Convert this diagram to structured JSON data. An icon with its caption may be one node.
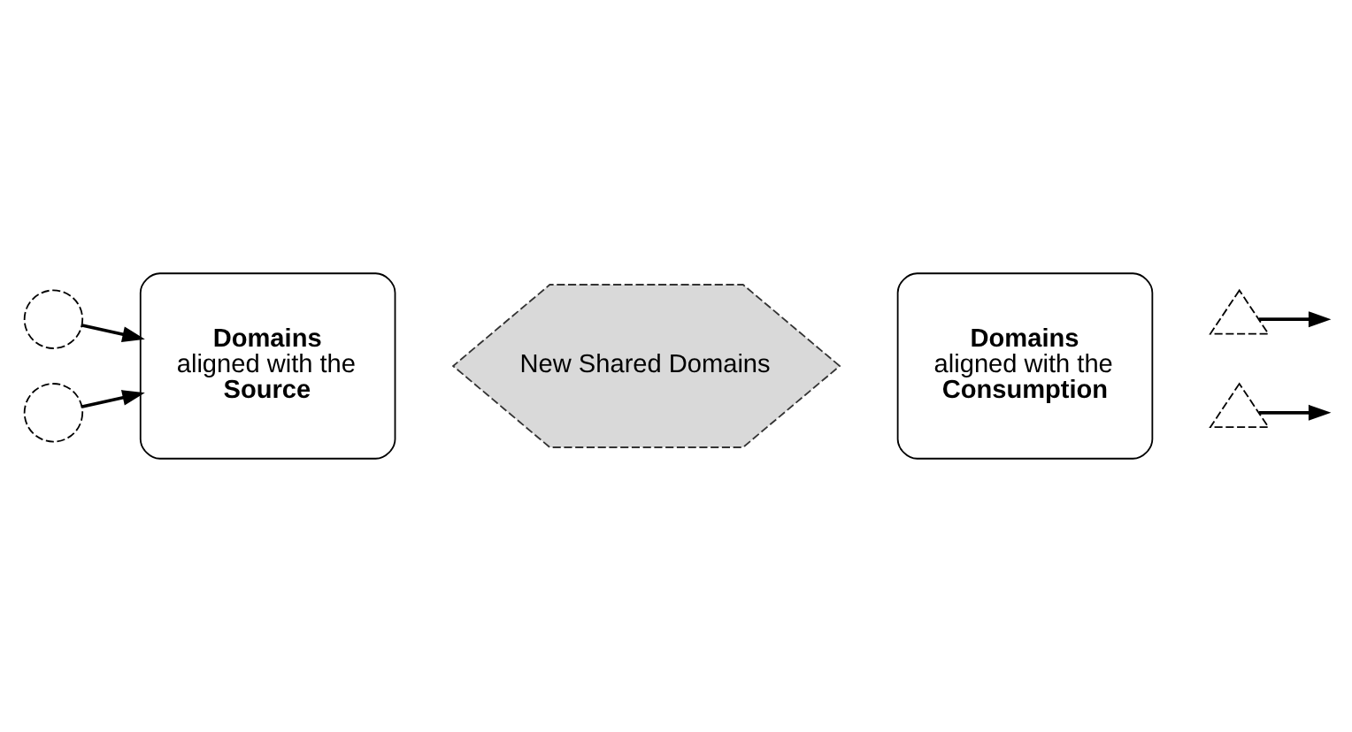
{
  "diagram": {
    "nodes": [
      {
        "text": [
          "New Shared Domains"
        ]
      },
      {
        "text": [
          "**Domains** aligned with the **Source**"
        ]
      },
      {
        "text": [
          "**Domains** aligned with the **Consumption**"
        ]
      },
      {
        "text": [],
        "shape": "circle"
      },
      {
        "text": [],
        "shape": "circle"
      },
      {
        "text": [],
        "shape": "triangle"
      },
      {
        "text": [],
        "shape": "triangle"
      }
    ],
    "edges": [
      {
        "from": 3,
        "to": 1,
        "arrow": "to"
      },
      {
        "from": 4,
        "to": 1,
        "arrow": "to"
      },
      {
        "from": 5,
        "to": null,
        "arrow": "to"
      },
      {
        "from": 6,
        "to": null,
        "arrow": "to"
      }
    ]
  }
}
